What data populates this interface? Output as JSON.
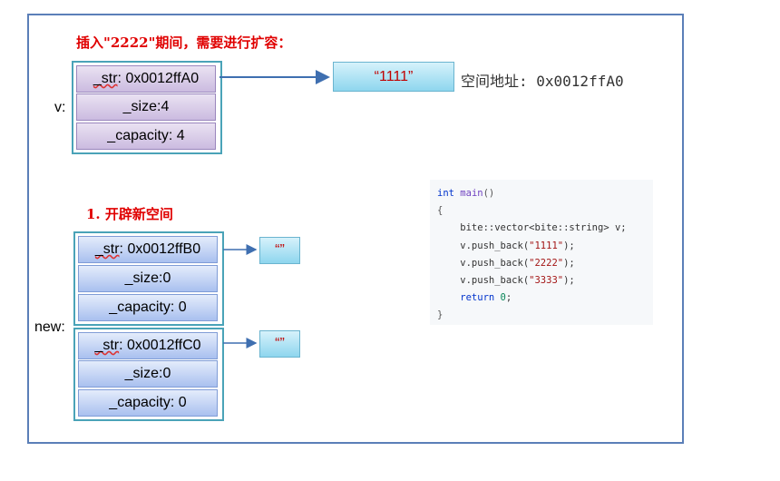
{
  "heading_insert": "插入\"2222\"期间，需要进行扩容：",
  "heading_step1": "1. 开辟新空间",
  "label_v": "v:",
  "label_new": "new:",
  "struct_v": {
    "str_prefix": "_str",
    "str_value": ": 0x0012ffA0",
    "size": "_size:4",
    "capacity": "_capacity: 4"
  },
  "struct_new1": {
    "str_prefix": "_str",
    "str_value": ": 0x0012ffB0",
    "size": "_size:0",
    "capacity": "_capacity: 0"
  },
  "struct_new2": {
    "str_prefix": "_str",
    "str_value": ": 0x0012ffC0",
    "size": "_size:0",
    "capacity": "_capacity: 0"
  },
  "string_box_main": "“1111”",
  "address_label": "空间地址: 0x0012ffA0",
  "string_box_empty1": "“”",
  "string_box_empty2": "“”",
  "code": {
    "l1_kw": "int",
    "l1_fn": "main",
    "l1_rest": "()",
    "l2": "{",
    "l3": "    bite::vector<bite::string> v;",
    "l4_a": "    v.push_back(",
    "l4_s": "\"1111\"",
    "l4_b": ");",
    "l5_a": "    v.push_back(",
    "l5_s": "\"2222\"",
    "l5_b": ");",
    "l6_a": "    v.push_back(",
    "l6_s": "\"3333\"",
    "l6_b": ");",
    "l7_kw": "    return",
    "l7_num": " 0",
    "l7_b": ";",
    "l8": "}"
  },
  "colors": {
    "heading": "#e00000",
    "frame": "#5b7fb8",
    "arrow": "#3f6fb0",
    "purple_cell": "#cbbbe0",
    "blue_cell": "#a9c0ef",
    "string_box": "#8ed6ee"
  }
}
